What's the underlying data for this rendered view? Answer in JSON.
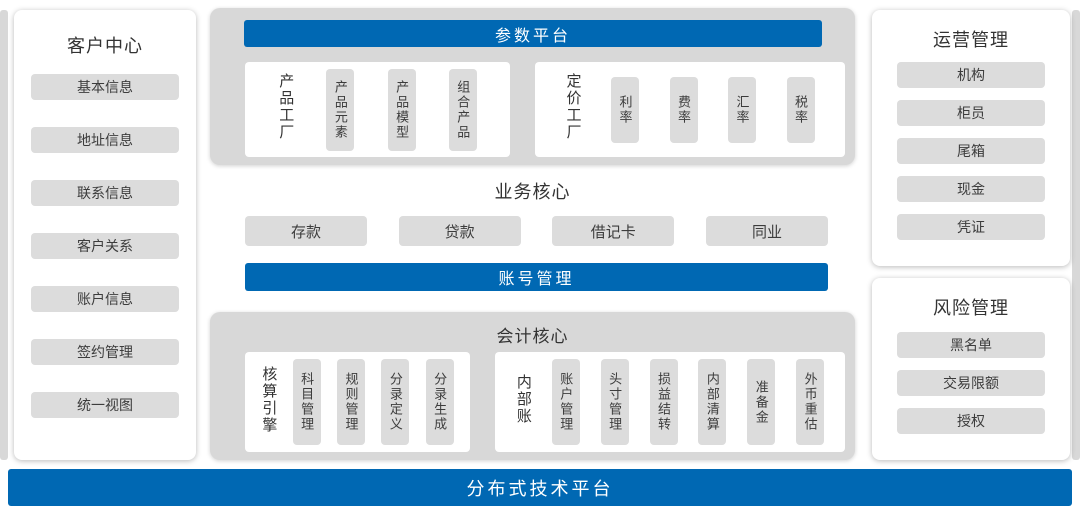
{
  "customer_center": {
    "title": "客户中心",
    "items": [
      "基本信息",
      "地址信息",
      "联系信息",
      "客户关系",
      "账户信息",
      "签约管理",
      "统一视图"
    ]
  },
  "parameter_platform": {
    "title": "参数平台",
    "groups": [
      {
        "label": "产品工厂",
        "items": [
          "产品元素",
          "产品模型",
          "组合产品"
        ]
      },
      {
        "label": "定价工厂",
        "items": [
          "利率",
          "费率",
          "汇率",
          "税率"
        ]
      }
    ]
  },
  "business_core": {
    "title": "业务核心",
    "items": [
      "存款",
      "贷款",
      "借记卡",
      "同业"
    ]
  },
  "account_management": {
    "title": "账号管理"
  },
  "accounting_core": {
    "title": "会计核心",
    "groups": [
      {
        "label": "核算引擎",
        "items": [
          "科目管理",
          "规则管理",
          "分录定义",
          "分录生成"
        ]
      },
      {
        "label": "内部账",
        "items": [
          "账户管理",
          "头寸管理",
          "损益结转",
          "内部清算",
          "准备金",
          "外币重估"
        ]
      }
    ]
  },
  "operations_management": {
    "title": "运营管理",
    "items": [
      "机构",
      "柜员",
      "尾箱",
      "现金",
      "凭证"
    ]
  },
  "risk_management": {
    "title": "风险管理",
    "items": [
      "黑名单",
      "交易限额",
      "授权"
    ]
  },
  "bottom_platform": {
    "title": "分布式技术平台"
  },
  "colors": {
    "accent_blue": "#0068b3",
    "panel_gray": "#d8d8d8",
    "pill_gray": "#dcdcdc",
    "text_dark": "#333333"
  }
}
